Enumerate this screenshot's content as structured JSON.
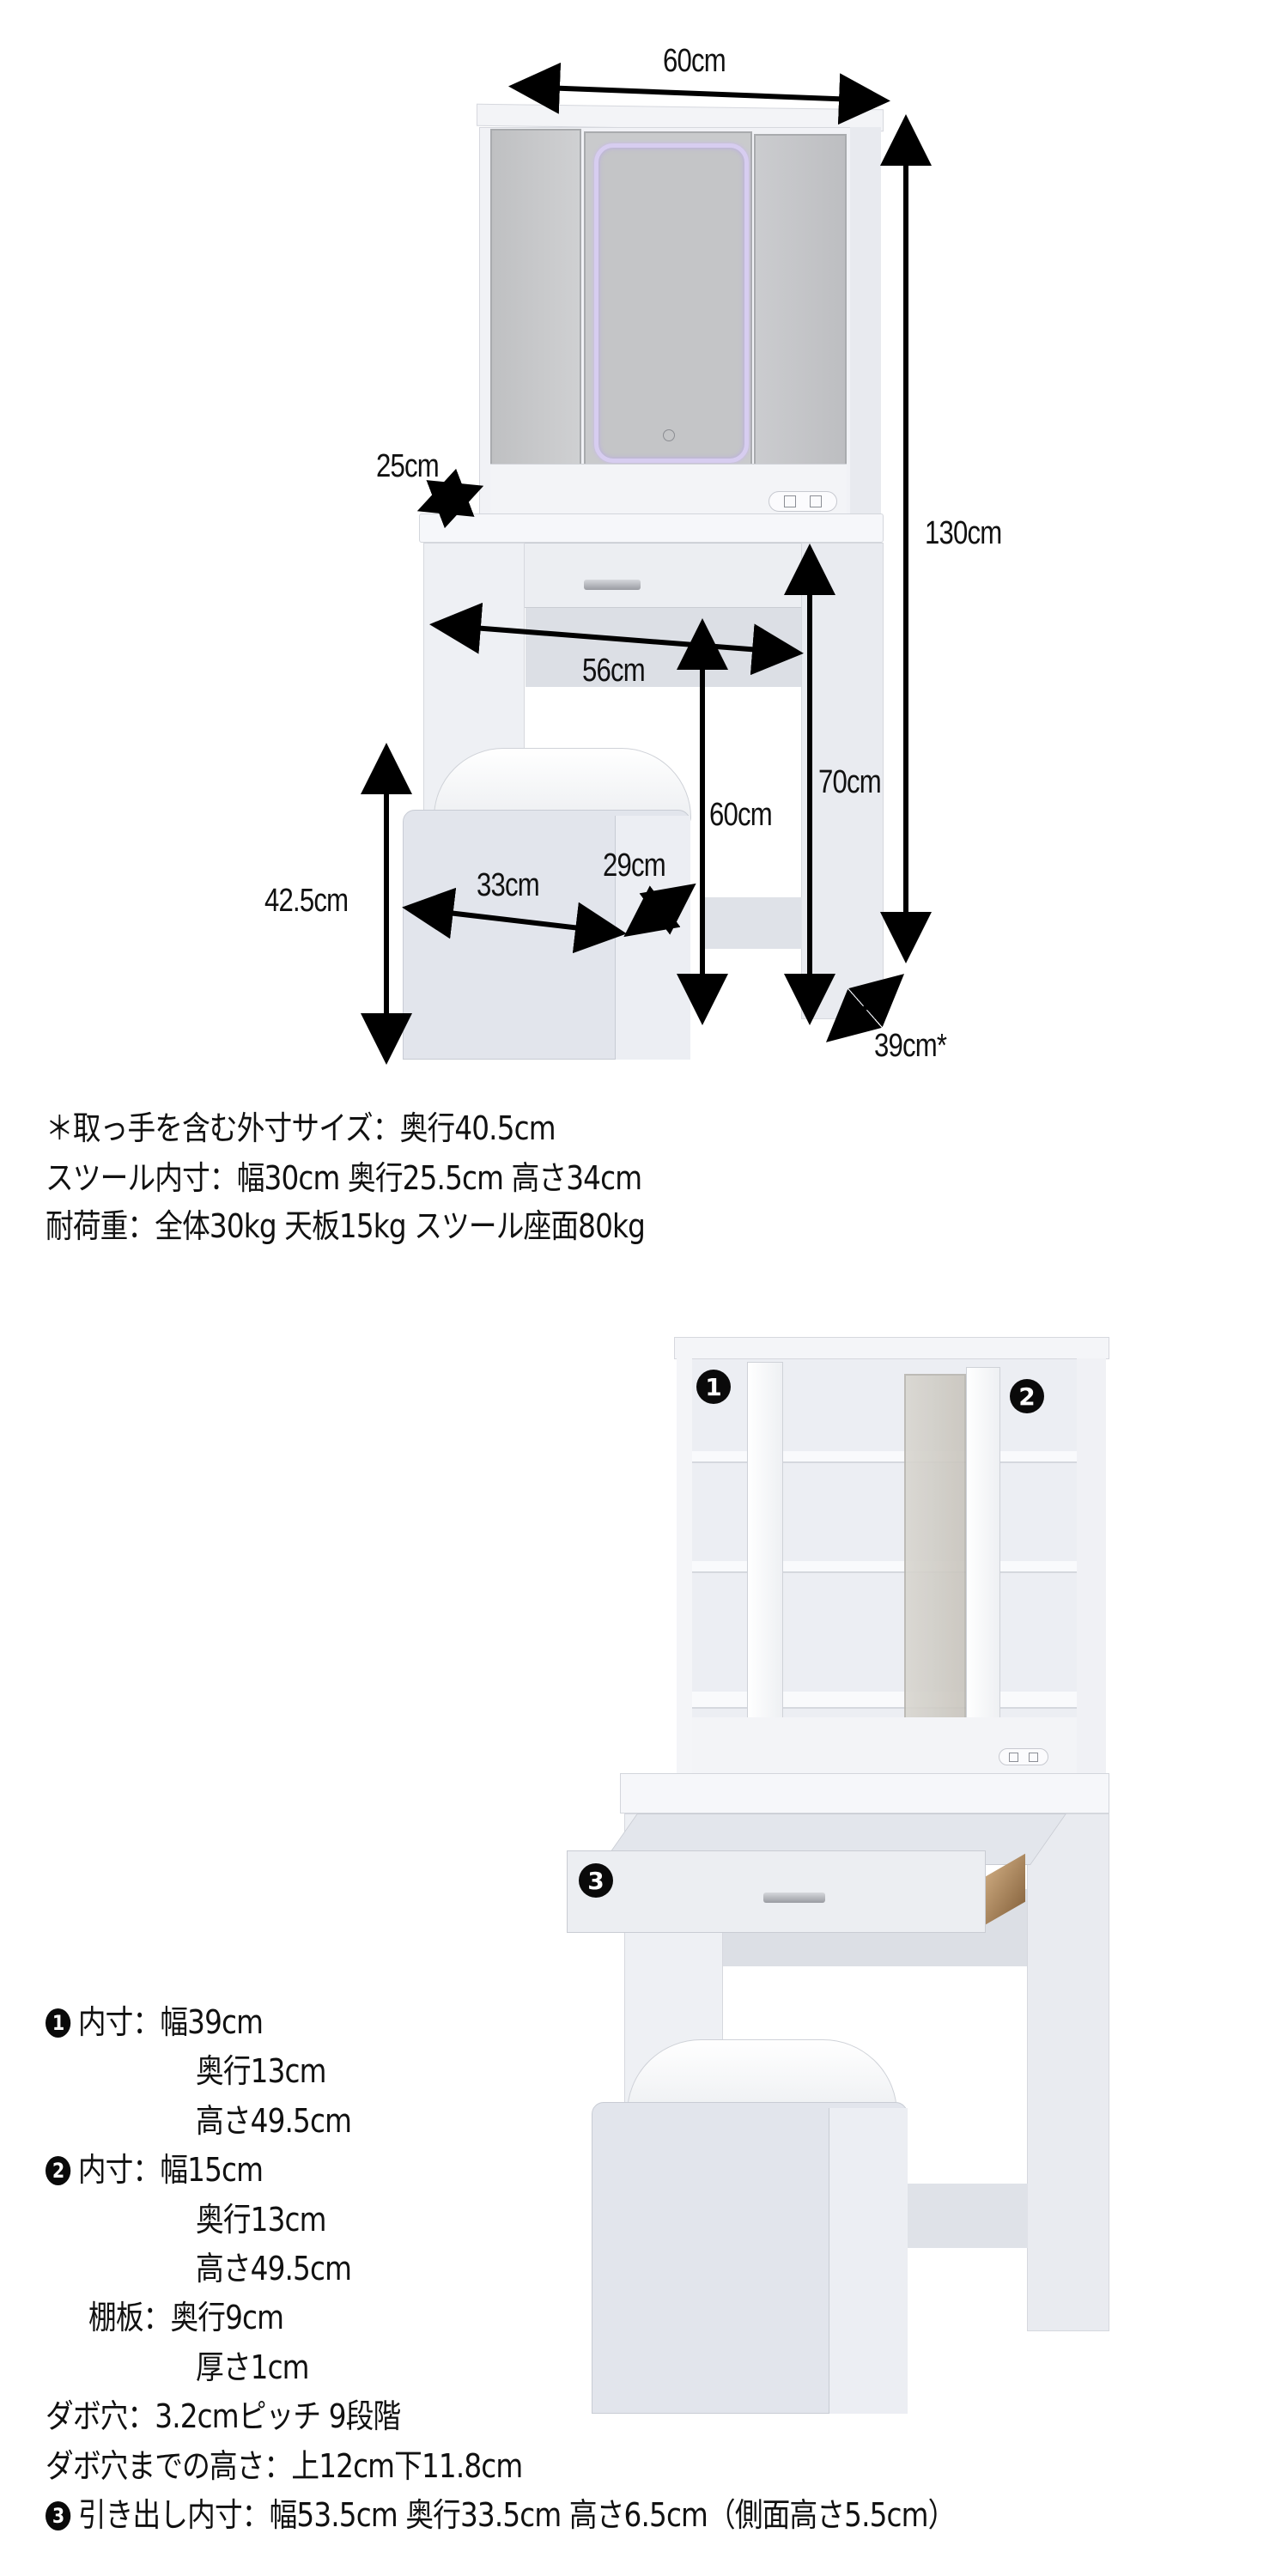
{
  "top_figure": {
    "dimensions": {
      "overall_width": "60cm",
      "hutch_depth": "25cm",
      "overall_height": "130cm",
      "knee_width": "56cm",
      "knee_height": "60cm",
      "desk_height": "70cm",
      "stool_height": "42.5cm",
      "stool_width": "33cm",
      "stool_depth": "29cm",
      "desk_depth": "39cm*"
    },
    "notes": [
      "＊取っ手を含む外寸サイズ：奥行40.5cm",
      "スツール内寸：幅30cm 奥行25.5cm 高さ34cm",
      "耐荷重：全体30kg 天板15kg スツール座面80kg"
    ]
  },
  "bottom_figure": {
    "badges": [
      "1",
      "2",
      "3"
    ],
    "specs": [
      {
        "badge": "1",
        "label": "内寸：",
        "value": "幅39cm"
      },
      {
        "badge": "",
        "label": "",
        "value": "奥行13cm"
      },
      {
        "badge": "",
        "label": "",
        "value": "高さ49.5cm"
      },
      {
        "badge": "2",
        "label": "内寸：",
        "value": "幅15cm"
      },
      {
        "badge": "",
        "label": "",
        "value": "奥行13cm"
      },
      {
        "badge": "",
        "label": "",
        "value": "高さ49.5cm"
      },
      {
        "badge": "",
        "label": "棚板：",
        "value": "奥行9cm"
      },
      {
        "badge": "",
        "label": "",
        "value": "厚さ1cm"
      },
      {
        "badge": "",
        "label": "ダボ穴：",
        "value": "3.2cmピッチ 9段階"
      },
      {
        "badge": "",
        "label": "ダボ穴までの高さ：",
        "value": "上12cm下11.8cm"
      },
      {
        "badge": "3",
        "label": "引き出し内寸：",
        "value": "幅53.5cm 奥行33.5cm 高さ6.5cm（側面高さ5.5cm）"
      }
    ]
  },
  "colors": {
    "furniture_white": "#f4f5f8",
    "furniture_shadow": "#d9dce3",
    "mirror_gray": "#c9cacc",
    "led_purple": "#c8b8ea",
    "text": "#111111",
    "badge": "#0a0a0a"
  }
}
